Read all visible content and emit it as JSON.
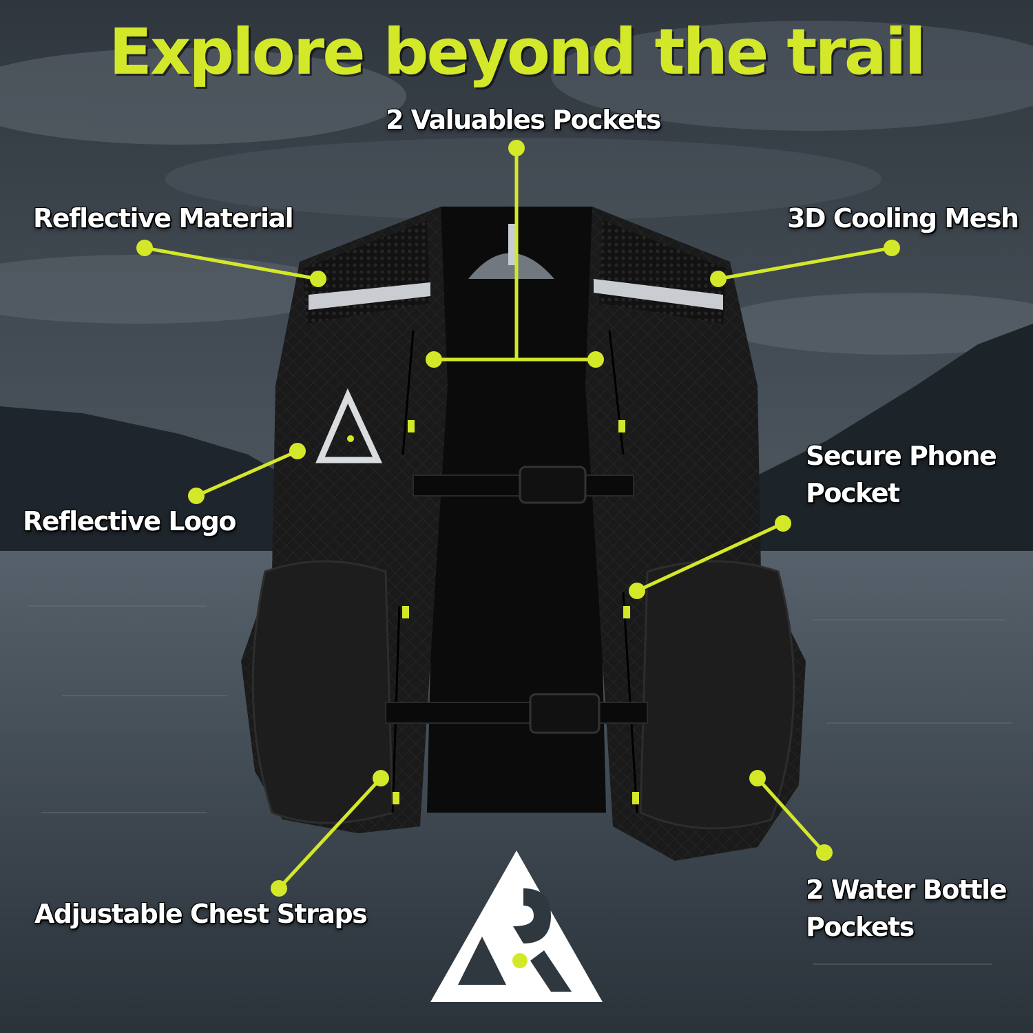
{
  "headline": "Explore beyond the trail",
  "callouts": {
    "valuables_pockets": "2 Valuables Pockets",
    "reflective_material": "Reflective Material",
    "cooling_mesh": "3D Cooling Mesh",
    "phone_pocket": "Secure Phone Pocket",
    "reflective_logo": "Reflective Logo",
    "chest_straps": "Adjustable Chest Straps",
    "bottle_pockets": "2 Water Bottle Pockets"
  },
  "colors": {
    "accent": "#d4e82a",
    "label_text": "#ffffff",
    "vest_body": "#141414",
    "reflective_strip": "#c9ccd0",
    "sky": "#3d4650",
    "water": "#3a4550"
  },
  "icons": {
    "brand_logo": "triangle-mountain-logo"
  }
}
